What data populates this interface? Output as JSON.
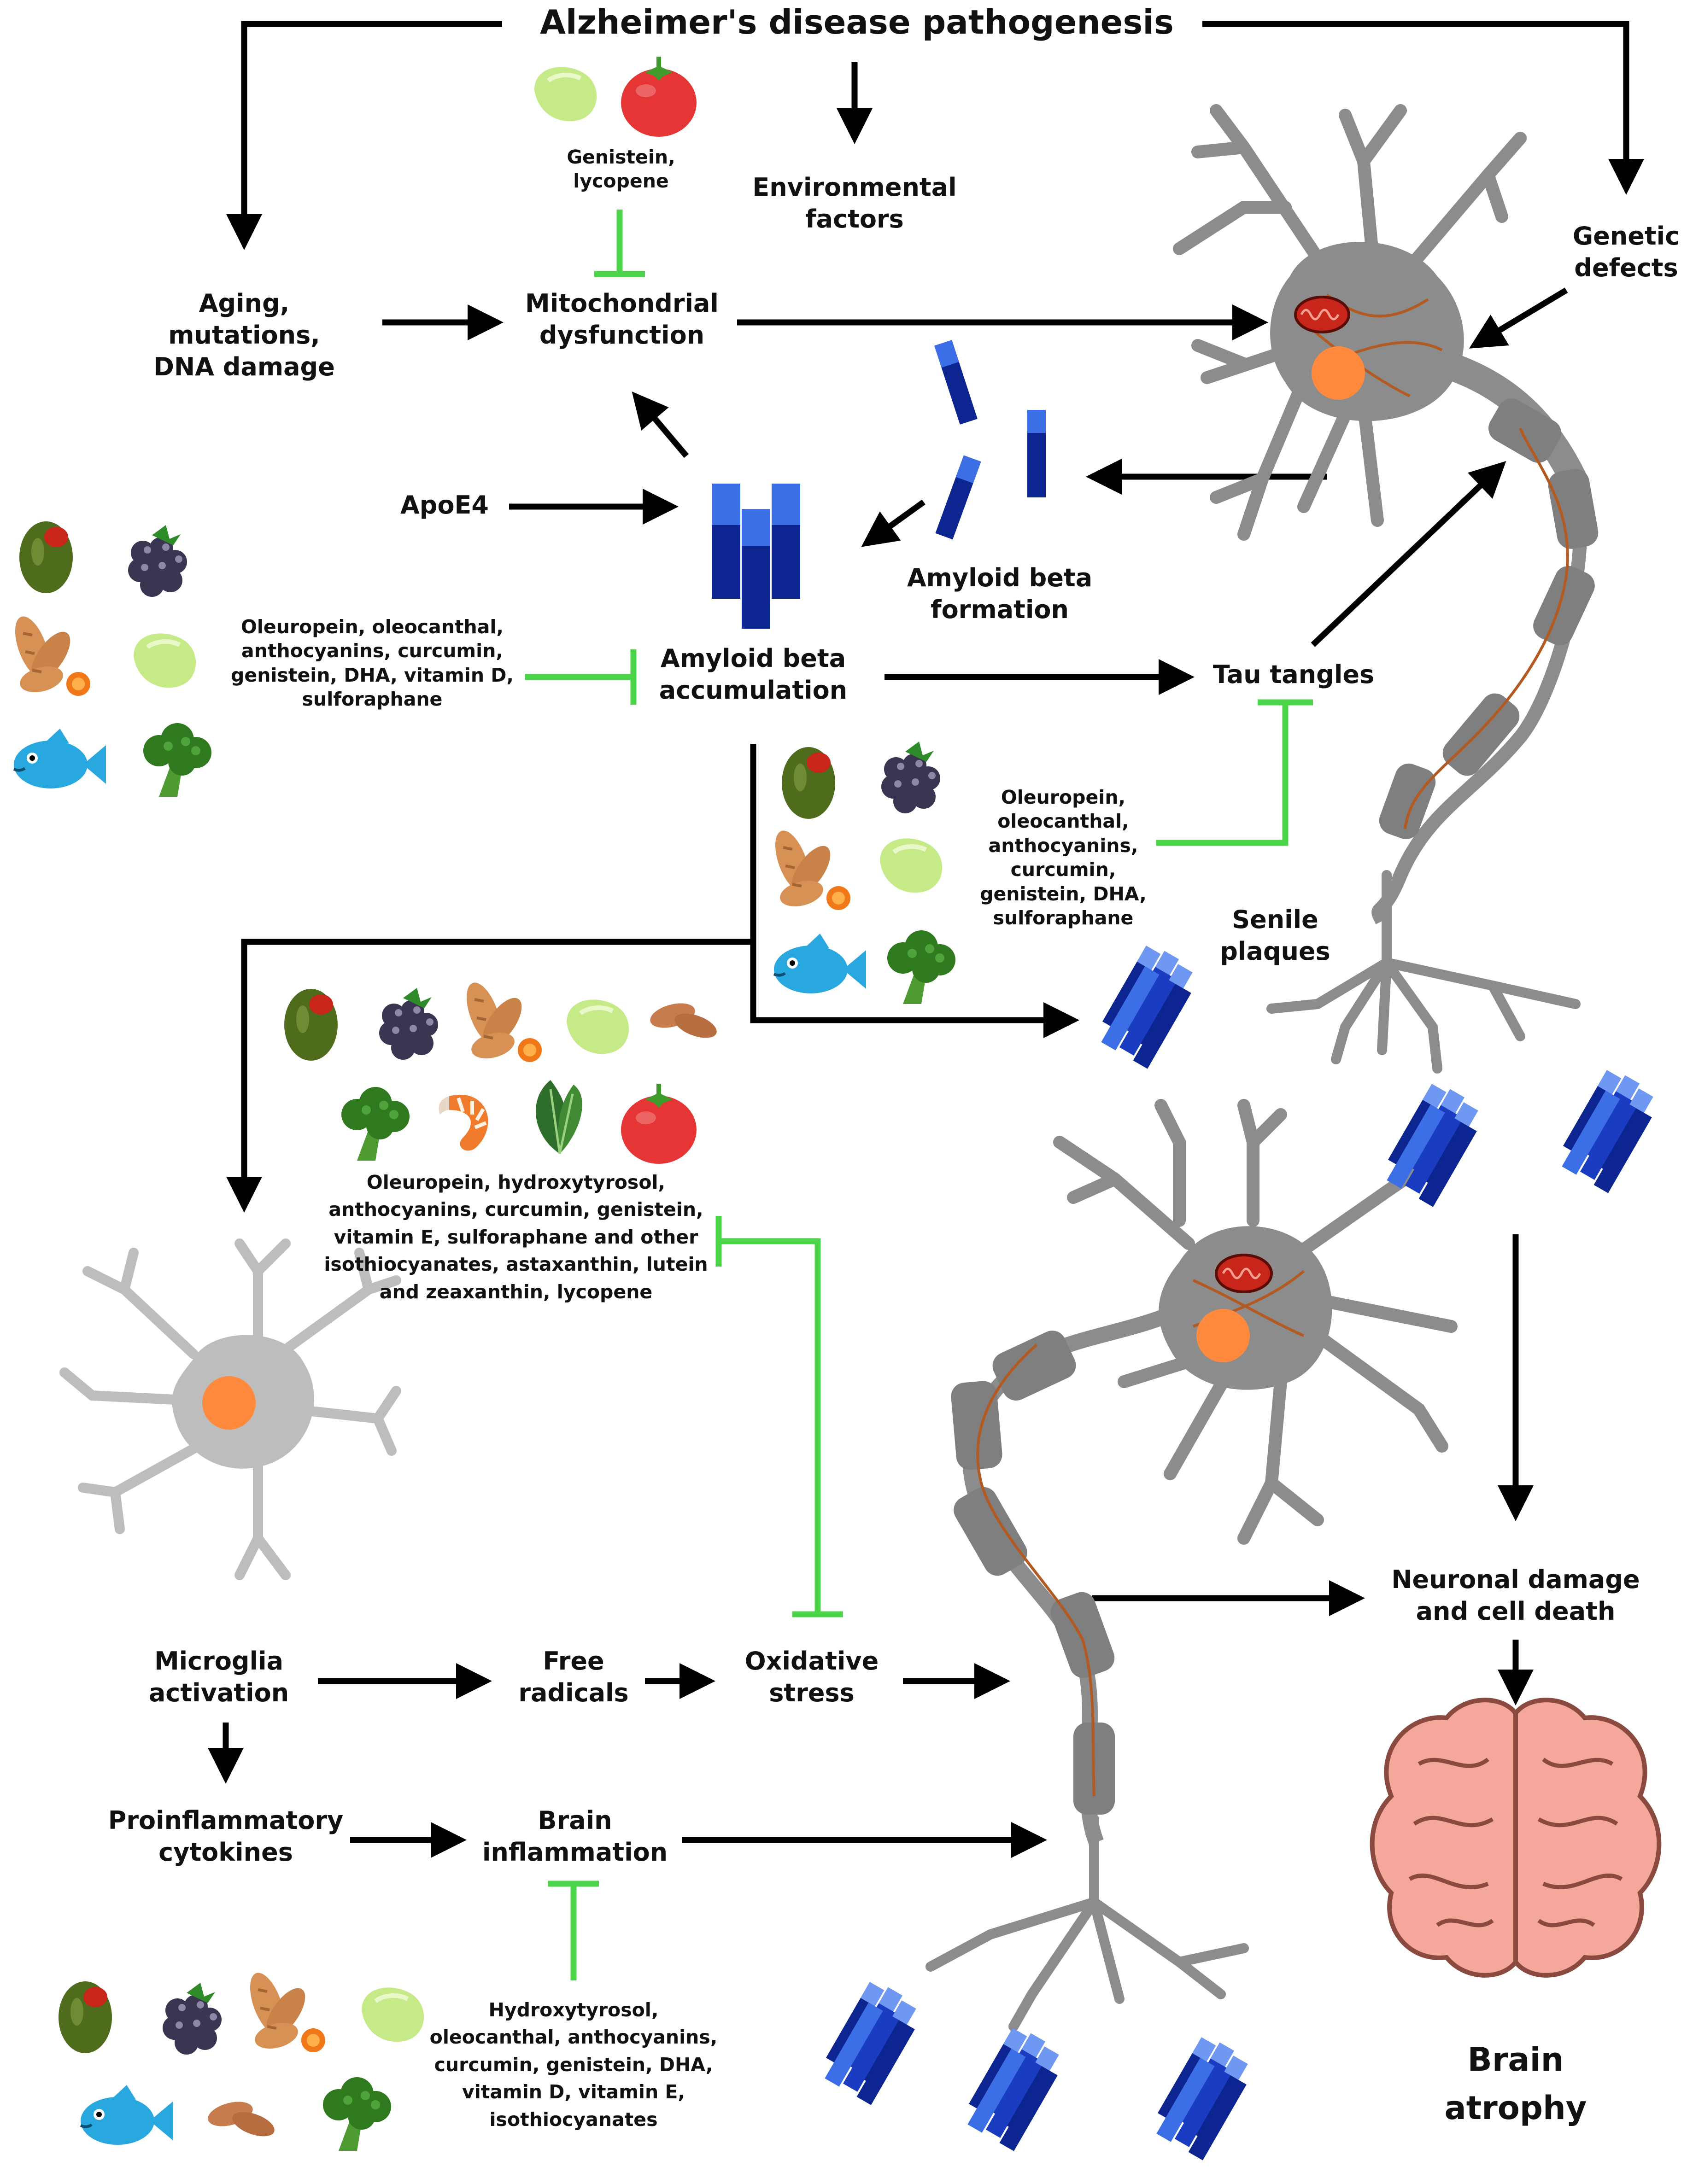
{
  "title": "Alzheimer's disease pathogenesis",
  "colors": {
    "arrow": "#000000",
    "inhibit": "#4cd44a",
    "neuron": "#8c8c8c",
    "microglia": "#bdbdbd",
    "nucleus": "#ff8a3d",
    "myelin": "#7f7f7f",
    "amyloid_dark": "#0d2590",
    "amyloid_light": "#3c6fe6",
    "brain": "#f4a79a",
    "tomato": "#e53535",
    "olive": "#4f6b1c",
    "berry": "#3a3550",
    "turmeric": "#d79155",
    "bean": "#c6ea87",
    "fish": "#29a8e0",
    "broccoli": "#2f7a1f",
    "shrimp": "#f07b2c",
    "spinach": "#2c6e2a",
    "almond": "#c77c4d"
  },
  "nodes": {
    "environmental": [
      "Environmental",
      "factors"
    ],
    "genetic": [
      "Genetic",
      "defects"
    ],
    "aging": [
      "Aging,",
      "mutations,",
      "DNA damage"
    ],
    "mito": [
      "Mitochondrial",
      "dysfunction"
    ],
    "apoe": [
      "ApoE4"
    ],
    "ab_formation": [
      "Amyloid beta",
      "formation"
    ],
    "ab_accum": [
      "Amyloid beta",
      "accumulation"
    ],
    "tau": [
      "Tau tangles"
    ],
    "senile": [
      "Senile",
      "plaques"
    ],
    "microglia": [
      "Microglia",
      "activation"
    ],
    "free_radicals": [
      "Free",
      "radicals"
    ],
    "oxidative": [
      "Oxidative",
      "stress"
    ],
    "cytokines": [
      "Proinflammatory",
      "cytokines"
    ],
    "inflammation": [
      "Brain",
      "inflammation"
    ],
    "neuronal_damage": [
      "Neuronal damage",
      "and cell death"
    ],
    "atrophy": [
      "Brain",
      "atrophy"
    ]
  },
  "compounds": {
    "mito": [
      "Genistein,",
      "lycopene"
    ],
    "ab": [
      "Oleuropein, oleocanthal,",
      "anthocyanins, curcumin,",
      "genistein, DHA, vitamin D,",
      "sulforaphane"
    ],
    "tau": [
      "Oleuropein,",
      "oleocanthal,",
      "anthocyanins,",
      "curcumin,",
      "genistein, DHA,",
      "sulforaphane"
    ],
    "oxidative": [
      "Oleuropein, hydroxytyrosol,",
      "anthocyanins, curcumin, genistein,",
      "vitamin E, sulforaphane and other",
      "isothiocyanates, astaxanthin, lutein",
      "and zeaxanthin, lycopene"
    ],
    "inflammation": [
      "Hydroxytyrosol,",
      "oleocanthal, anthocyanins,",
      "curcumin, genistein, DHA,",
      "vitamin D, vitamin E,",
      "isothiocyanates"
    ]
  },
  "icons": [
    "bean-icon",
    "tomato-icon",
    "olive-icon",
    "blackberry-icon",
    "turmeric-icon",
    "fish-icon",
    "broccoli-icon",
    "almond-icon",
    "shrimp-icon",
    "spinach-icon",
    "neuron-icon",
    "microglia-icon",
    "mitochondrion-icon",
    "amyloid-plaque-icon",
    "brain-icon"
  ]
}
